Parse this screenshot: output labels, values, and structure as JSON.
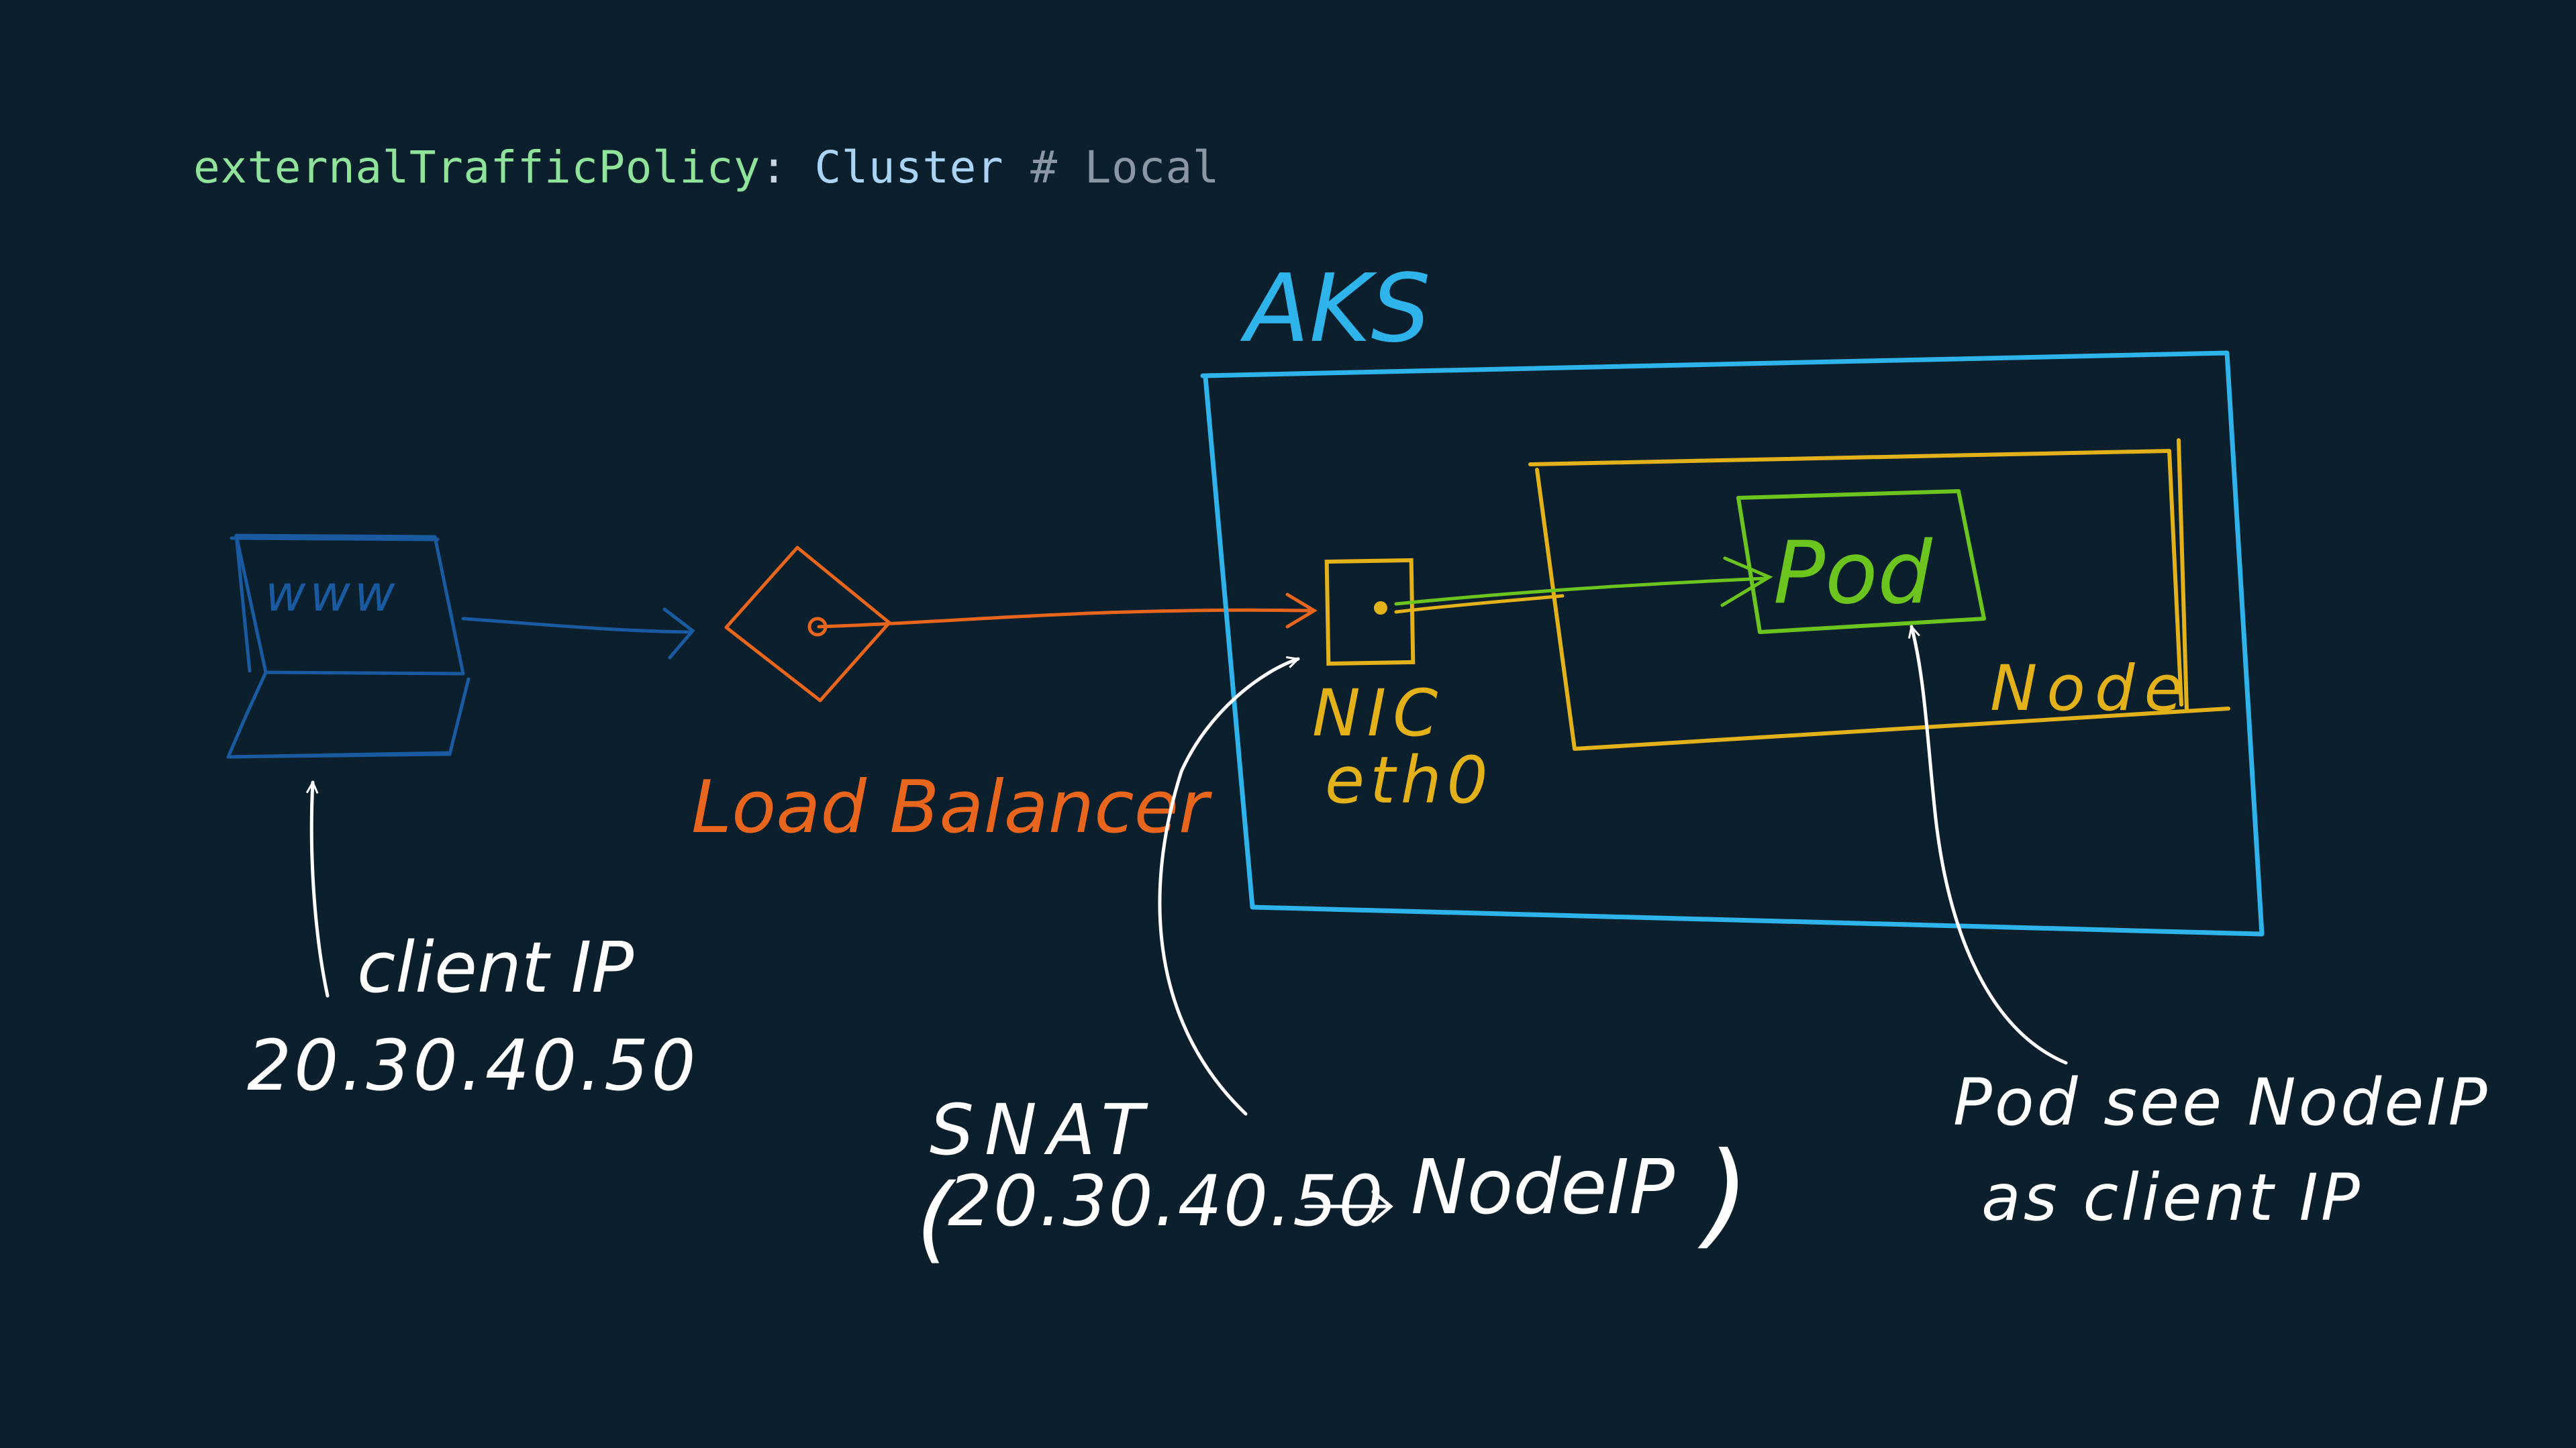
{
  "code": {
    "key": "externalTrafficPolicy",
    "colon": ": ",
    "value": "Cluster",
    "comment": " # Local"
  },
  "labels": {
    "aks": "AKS",
    "www": "www",
    "load_balancer": "Load Balancer",
    "nic_line1": "NIC",
    "nic_line2": "eth0",
    "pod": "Pod",
    "node": "Node",
    "client_ip_title": "client IP",
    "client_ip_value": "20.30.40.50",
    "snat_title": "SNAT",
    "snat_open": "(",
    "snat_from": "20.30.40.50",
    "snat_to": "NodeIP",
    "snat_close": ")",
    "pod_see_line1": "Pod see NodeIP",
    "pod_see_line2": "as client IP"
  },
  "colors": {
    "background": "#0b1f2c",
    "www": "#1a5aa0",
    "load_balancer": "#e8651e",
    "aks": "#2eb3ea",
    "node": "#e3b21b",
    "pod": "#6cc51f",
    "annotation": "#ffffff"
  }
}
